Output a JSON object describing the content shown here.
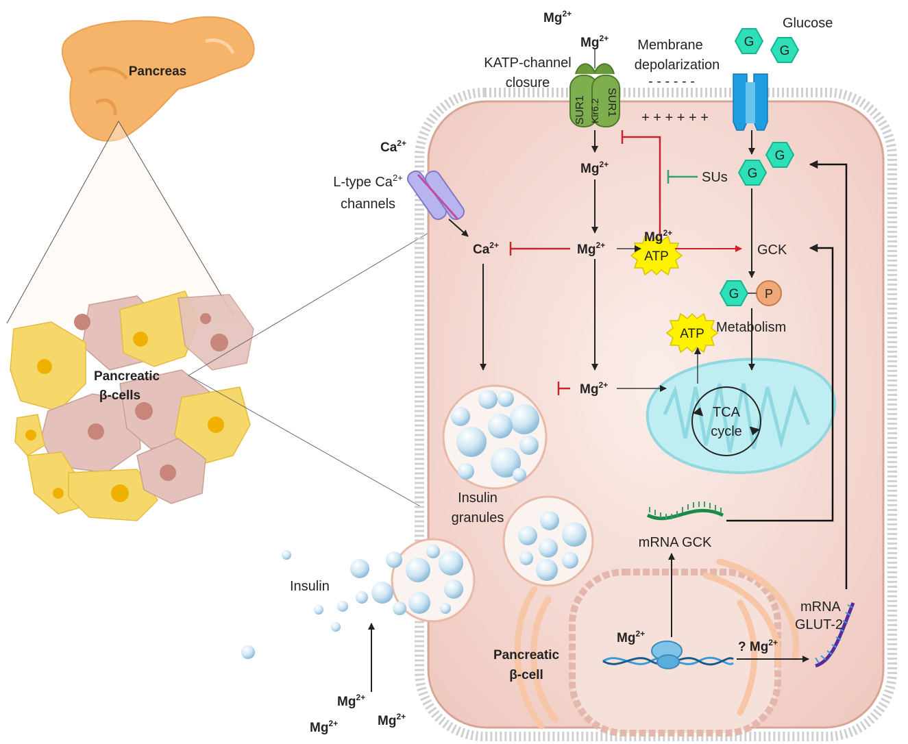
{
  "labels": {
    "pancreas": "Pancreas",
    "beta_cells_line1": "Pancreatic",
    "beta_cells_line2": "β-cells",
    "beta_cell_line1": "Pancreatic",
    "beta_cell_line2": "β-cell",
    "glucose": "Glucose",
    "membrane_line1": "Membrane",
    "membrane_line2": "depolarization",
    "membrane_minus": "- - - - - -",
    "membrane_plus": "+ + + + + +",
    "katp_line1": "KATP-channel",
    "katp_line2": "closure",
    "sur1_left": "SUR1",
    "kir": "Kir6.2",
    "sur1_right": "SUR1",
    "ltype_line1": "L-type Ca",
    "ltype_line2": "channels",
    "sus": "SUs",
    "gck": "GCK",
    "metabolism": "Metabolism",
    "atp": "ATP",
    "tca_line1": "TCA",
    "tca_line2": "cycle",
    "insulin_granules_line1": "Insulin",
    "insulin_granules_line2": "granules",
    "insulin": "Insulin",
    "mrna_gck": "mRNA GCK",
    "mrna_glut_line1": "mRNA",
    "mrna_glut_line2": "GLUT-2",
    "glucose_symbol": "G",
    "phosphate_symbol": "P",
    "mg": "Mg",
    "ca": "Ca",
    "ion_charge": "2+",
    "question_mg": "? Mg"
  },
  "colors": {
    "cell_fill": "#f3d6cf",
    "cell_stroke": "#d8a89a",
    "membrane": "#c9c9c9",
    "glucose": "#2ee0b8",
    "glut_channel": "#1e9de0",
    "katp": "#6a9a3a",
    "ca_channel": "#a9a4e6",
    "atp_star": "#fff200",
    "inhibit_red": "#c0262d",
    "inhibit_green": "#2fa36a",
    "mitochondria": "#9fe0e6",
    "pancreas": "#f6b36a",
    "beta_yellow": "#f6d86a",
    "beta_pink": "#e4c2bb",
    "mrna_gck": "#1a8a4a",
    "mrna_glut": "#5a2a9a"
  }
}
